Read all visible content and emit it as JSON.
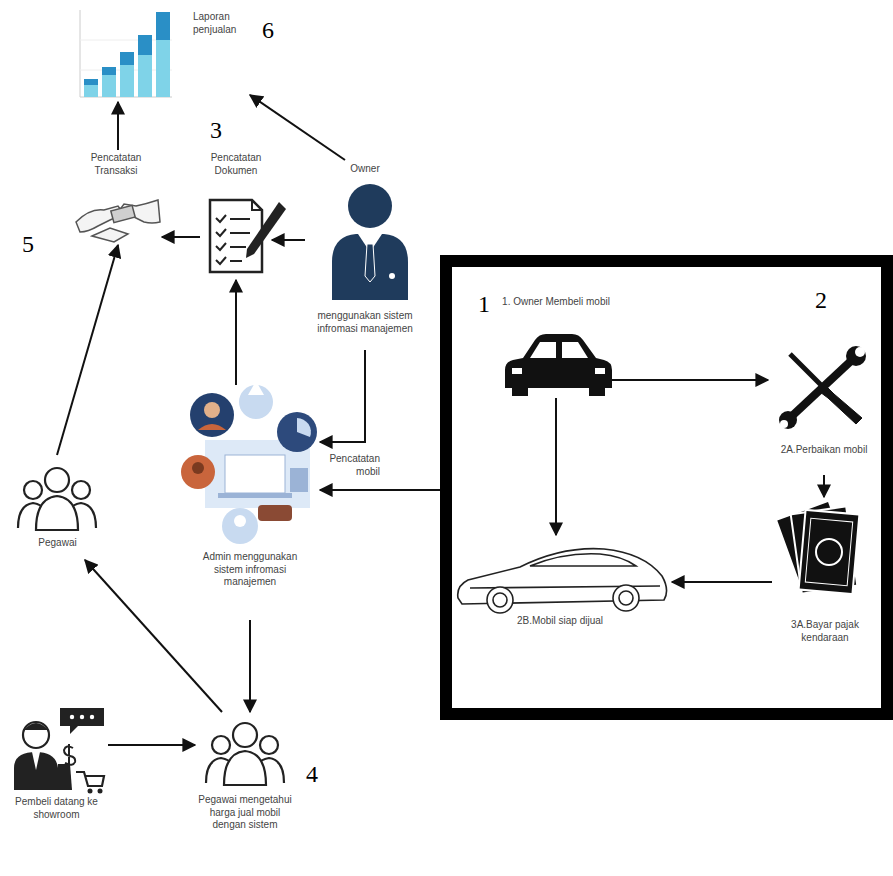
{
  "diagram": {
    "nodes": [
      {
        "text": [
          "1",
          "2"
        ]
      },
      {
        "text": [
          "1. Owner Membeli mobil"
        ],
        "in": 0
      },
      {
        "text": [
          "2A.Perbaikan mobil"
        ],
        "in": 0
      },
      {
        "text": [
          "3A.Bayar pajak kendaraan"
        ],
        "in": 0
      },
      {
        "text": [
          "2B.Mobil siap dijual"
        ],
        "in": 0
      },
      {
        "text": [
          "Laporan penjualan"
        ]
      },
      {
        "text": [
          "Pencatatan Transaksi"
        ]
      },
      {
        "text": [
          "Pencatatan Dokumen"
        ]
      },
      {
        "text": [
          "Owner",
          "menggunakan sistem infromasi manajemen"
        ]
      },
      {
        "text": [
          "Admin menggunakan sistem infromasi manajemen"
        ]
      },
      {
        "text": [
          "Pegawai"
        ]
      },
      {
        "text": [
          "Pembeli datang ke showroom"
        ]
      },
      {
        "text": [
          "Pegawai mengetahui harga jual mobil dengan sistem"
        ]
      }
    ],
    "edges": [
      {
        "from": 1,
        "to": 2,
        "arrow": "to"
      },
      {
        "from": 1,
        "to": 4,
        "arrow": "to"
      },
      {
        "from": 2,
        "to": 3,
        "arrow": "to"
      },
      {
        "from": 3,
        "to": 4,
        "arrow": "to"
      },
      {
        "from": 0,
        "to": 9,
        "label": "Pencatatan mobil",
        "arrow": "to"
      },
      {
        "from": 8,
        "to": 9,
        "arrow": "to"
      },
      {
        "from": 8,
        "to": 7,
        "arrow": "to"
      },
      {
        "from": 8,
        "to": 5,
        "arrow": "to"
      },
      {
        "from": 7,
        "to": 6,
        "arrow": "to"
      },
      {
        "from": 9,
        "to": 7,
        "arrow": "to"
      },
      {
        "from": 6,
        "to": 5,
        "arrow": "to"
      },
      {
        "from": 10,
        "to": 6,
        "arrow": "to"
      },
      {
        "from": 12,
        "to": 10,
        "arrow": "to"
      },
      {
        "from": 9,
        "to": 12,
        "arrow": "to"
      },
      {
        "from": 11,
        "to": 12,
        "arrow": "to"
      }
    ],
    "labels": [
      "6",
      "3",
      "5",
      "4"
    ]
  }
}
